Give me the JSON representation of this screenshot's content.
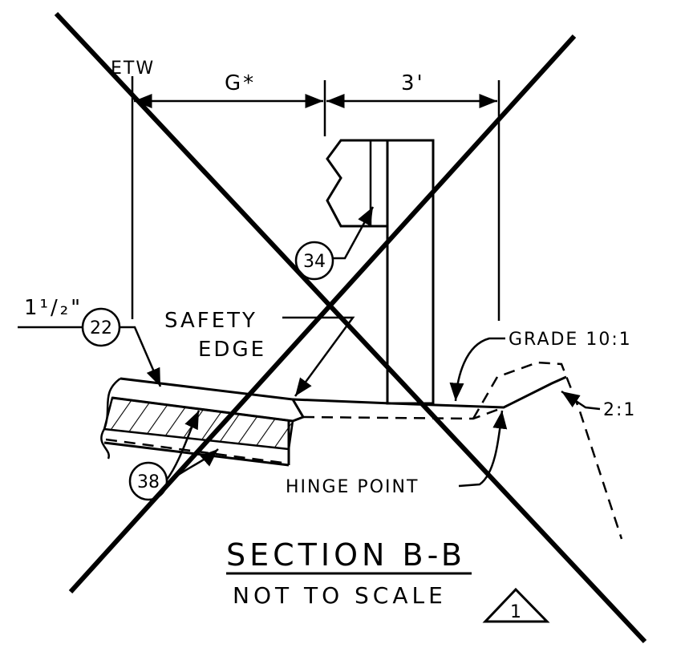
{
  "labels": {
    "etw": "ETW",
    "g_star": "G*",
    "three_ft": "3'",
    "one_half_inch": "1¹/₂\"",
    "safety_edge_1": "SAFETY",
    "safety_edge_2": "EDGE",
    "grade": "GRADE 10:1",
    "slope": "2:1",
    "hinge_point": "HINGE POINT"
  },
  "callouts": {
    "c34": "34",
    "c22": "22",
    "c38": "38"
  },
  "title": {
    "main": "SECTION B-B",
    "sub": "NOT TO SCALE"
  },
  "revision": "1"
}
